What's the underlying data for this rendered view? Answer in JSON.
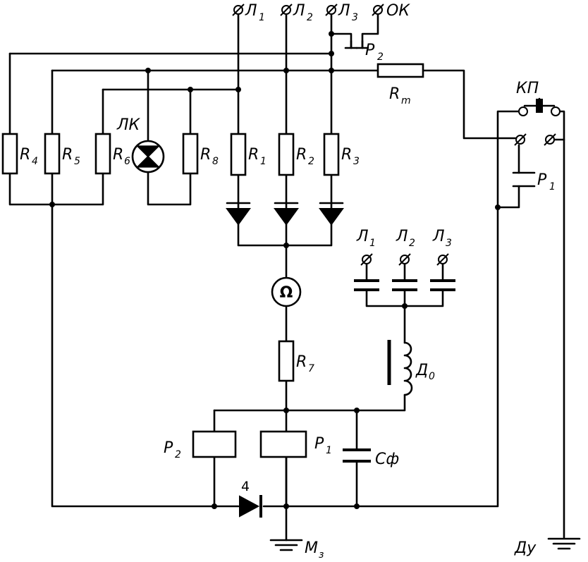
{
  "terminals_top": {
    "l1": {
      "base": "Л",
      "sub": "1"
    },
    "l2": {
      "base": "Л",
      "sub": "2"
    },
    "l3": {
      "base": "Л",
      "sub": "3"
    },
    "ok": "ОК"
  },
  "capacitor_terminals": {
    "l1": {
      "base": "Л",
      "sub": "1"
    },
    "l2": {
      "base": "Л",
      "sub": "2"
    },
    "l3": {
      "base": "Л",
      "sub": "3"
    }
  },
  "resistors": {
    "r1": {
      "base": "R",
      "sub": "1"
    },
    "r2": {
      "base": "R",
      "sub": "2"
    },
    "r3": {
      "base": "R",
      "sub": "3"
    },
    "r4": {
      "base": "R",
      "sub": "4"
    },
    "r5": {
      "base": "R",
      "sub": "5"
    },
    "r6": {
      "base": "R",
      "sub": "6"
    },
    "r7": {
      "base": "R",
      "sub": "7"
    },
    "r8": {
      "base": "R",
      "sub": "8"
    },
    "rm": {
      "base": "R",
      "sub": "m"
    }
  },
  "lamp": "ЛК",
  "ohmmeter_symbol": "Ω",
  "relays": {
    "p1": {
      "base": "P",
      "sub": "1"
    },
    "p2": {
      "base": "P",
      "sub": "2"
    }
  },
  "contacts": {
    "p1": {
      "base": "P",
      "sub": "1"
    },
    "p2": {
      "base": "P",
      "sub": "2"
    }
  },
  "button": "КП",
  "choke": {
    "base": "Д",
    "sub": "0"
  },
  "filter_capacitor": "Cф",
  "diode_number": "4",
  "ground_main": {
    "base": "М",
    "sub": "з"
  },
  "ground_aux": "Ду"
}
